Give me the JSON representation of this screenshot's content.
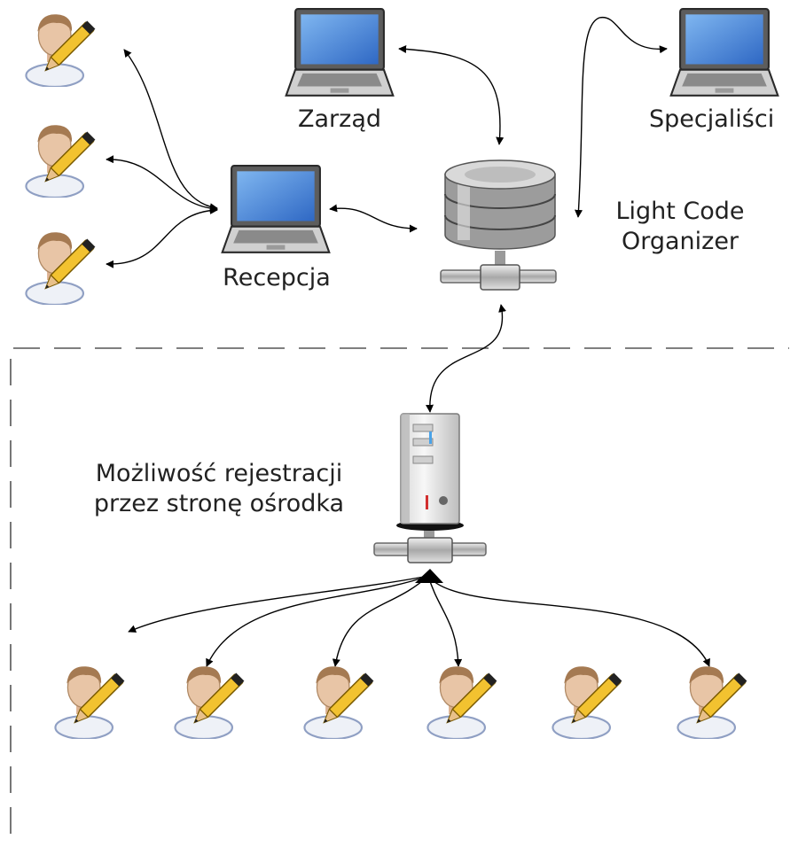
{
  "labels": {
    "management": "Zarząd",
    "specialists": "Specjaliści",
    "reception": "Recepcja",
    "system_line1": "Light Code",
    "system_line2": "Organizer",
    "web_line1": "Możliwość rejestracji",
    "web_line2": "przez stronę ośrodka"
  },
  "nodes": {
    "reception_users": [
      "user",
      "user",
      "user"
    ],
    "web_users": [
      "user",
      "user",
      "user",
      "user",
      "user",
      "user"
    ]
  },
  "icons": {
    "user": "user-with-pencil-icon",
    "laptop": "laptop-icon",
    "database": "database-server-icon",
    "web_server": "tower-server-icon"
  },
  "colors": {
    "line": "#000000",
    "dash": "#555555",
    "screen": "#3f7fd8",
    "pencil": "#f2c230",
    "skin": "#e8c5a6",
    "hair": "#a57a52",
    "metal": "#b8b8b8"
  }
}
